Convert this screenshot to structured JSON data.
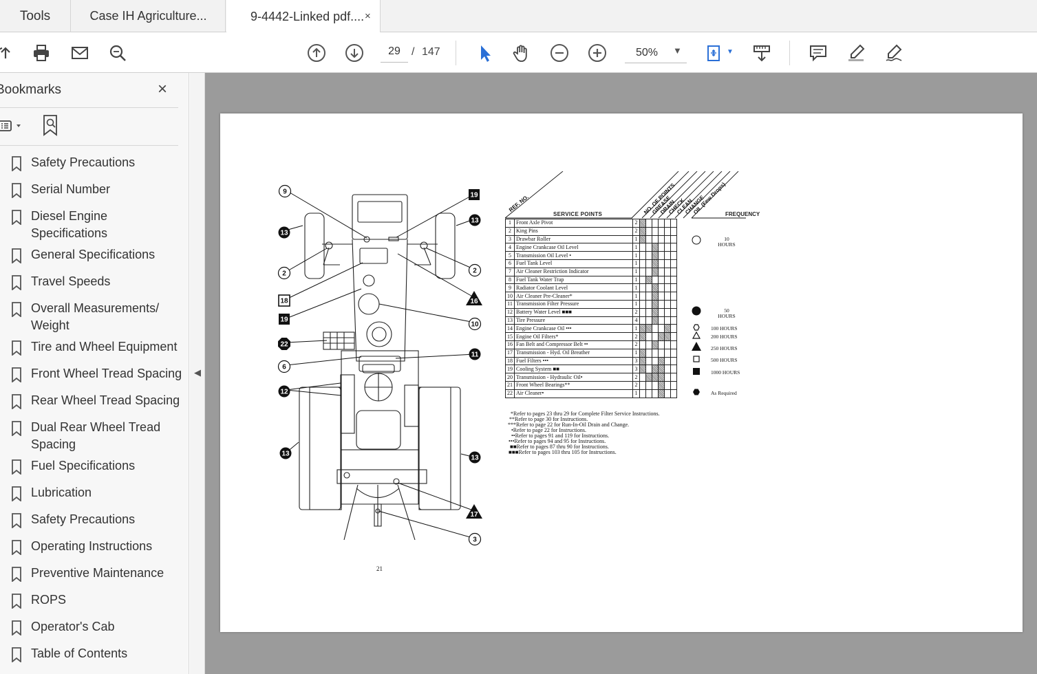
{
  "tabs": [
    {
      "label": "Tools"
    },
    {
      "label": "Case IH Agriculture..."
    },
    {
      "label": "9-4442-Linked pdf....",
      "close": "×"
    }
  ],
  "toolbar": {
    "icons": [
      "upload-icon",
      "print-icon",
      "email-icon",
      "search-icon",
      "prev-page-icon",
      "next-page-icon",
      "select-cursor-icon",
      "hand-icon",
      "zoom-out-icon",
      "zoom-in-icon",
      "fit-page-icon",
      "scroll-mode-icon",
      "comment-icon",
      "highlight-icon",
      "sign-icon"
    ],
    "page_current": "29",
    "page_sep": "/",
    "page_total": "147",
    "zoom": "50%"
  },
  "sidebar": {
    "title": "Bookmarks",
    "close": "×",
    "items": [
      {
        "label": "Safety Precautions"
      },
      {
        "label": "Serial Number"
      },
      {
        "label": "Diesel Engine Specifications"
      },
      {
        "label": "General Specifications"
      },
      {
        "label": "Travel Speeds"
      },
      {
        "label": "Overall Measurements/ Weight"
      },
      {
        "label": "Tire and Wheel Equipment"
      },
      {
        "label": "Front Wheel Tread Spacing"
      },
      {
        "label": "Rear Wheel Tread Spacing"
      },
      {
        "label": "Dual Rear Wheel Tread Spacing"
      },
      {
        "label": "Fuel Specifications"
      },
      {
        "label": "Lubrication"
      },
      {
        "label": "Safety Precautions"
      },
      {
        "label": "Operating Instructions"
      },
      {
        "label": "Preventive Maintenance"
      },
      {
        "label": "ROPS"
      },
      {
        "label": "Operator's Cab"
      },
      {
        "label": "Table of Contents"
      }
    ]
  },
  "document": {
    "callouts": [
      "9",
      "19",
      "13",
      "13",
      "2",
      "2",
      "18",
      "16",
      "19",
      "10",
      "22",
      "6",
      "11",
      "12",
      "13",
      "13",
      "17",
      "3"
    ],
    "chart": {
      "column_headers": [
        "REF. NO.",
        "NO. OF POINTS",
        "GREASE",
        "DRAIN",
        "CHECK",
        "CLEAN",
        "CHANGE",
        "OIL (Few Drops)"
      ],
      "service_points_title": "SERVICE POINTS",
      "frequency_title": "FREQUENCY",
      "rows": [
        {
          "ref": "1",
          "name": "Front Axle Pivot",
          "qty": "2"
        },
        {
          "ref": "2",
          "name": "King Pins",
          "qty": "2"
        },
        {
          "ref": "3",
          "name": "Drawbar Roller",
          "qty": "1"
        },
        {
          "ref": "4",
          "name": "Engine Crankcase Oil Level",
          "qty": "1"
        },
        {
          "ref": "5",
          "name": "Transmission Oil Level •",
          "qty": "1"
        },
        {
          "ref": "6",
          "name": "Fuel Tank Level",
          "qty": "1"
        },
        {
          "ref": "7",
          "name": "Air Cleaner Restriction Indicator",
          "qty": "1"
        },
        {
          "ref": "8",
          "name": "Fuel Tank Water Trap",
          "qty": "1"
        },
        {
          "ref": "9",
          "name": "Radiator Coolant Level",
          "qty": "1"
        },
        {
          "ref": "10",
          "name": "Air Cleaner Pre-Cleaner*",
          "qty": "1"
        },
        {
          "ref": "11",
          "name": "Transmission Filter Pressure",
          "qty": "1"
        },
        {
          "ref": "12",
          "name": "Battery Water Level ■■■",
          "qty": "2"
        },
        {
          "ref": "13",
          "name": "Tire Pressure",
          "qty": "4"
        },
        {
          "ref": "14",
          "name": "Engine Crankcase Oil •••",
          "qty": "1"
        },
        {
          "ref": "15",
          "name": "Engine Oil Filters*",
          "qty": "2"
        },
        {
          "ref": "16",
          "name": "Fan Belt and Compressor Belt ••",
          "qty": "2"
        },
        {
          "ref": "17",
          "name": "Transmission - Hyd. Oil Breather",
          "qty": "1"
        },
        {
          "ref": "18",
          "name": "Fuel Filters •••",
          "qty": "3"
        },
        {
          "ref": "19",
          "name": "Cooling System ■■",
          "qty": "3"
        },
        {
          "ref": "20",
          "name": "Transmission - Hydraulic Oil•",
          "qty": "2"
        },
        {
          "ref": "21",
          "name": "Front Wheel Bearings**",
          "qty": "2"
        },
        {
          "ref": "22",
          "name": "Air Cleaner•",
          "qty": "1"
        }
      ],
      "frequencies": [
        {
          "label": "10 HOURS"
        },
        {
          "label": "50 HOURS"
        },
        {
          "label": "100 HOURS"
        },
        {
          "label": "200 HOURS"
        },
        {
          "label": "250 HOURS"
        },
        {
          "label": "500 HOURS"
        },
        {
          "label": "1000 HOURS"
        },
        {
          "label": "As Required"
        }
      ]
    },
    "notes": [
      "*Refer to pages 23 thru 29 for Complete Filter Service Instructions.",
      "**Refer to page 30 for Instructions.",
      "***Refer to page 22 for Run-In-Oil Drain and Change.",
      "•Refer to page 22 for Instructions.",
      "••Refer to pages 91 and 119 for Instructions.",
      "•••Refer to pages 94 and 95 for Instructions.",
      "■■Refer to pages 87 thru 90 for Instructions.",
      "■■■Refer to pages 103 thru 105 for Instructions."
    ],
    "page_number": "21"
  }
}
